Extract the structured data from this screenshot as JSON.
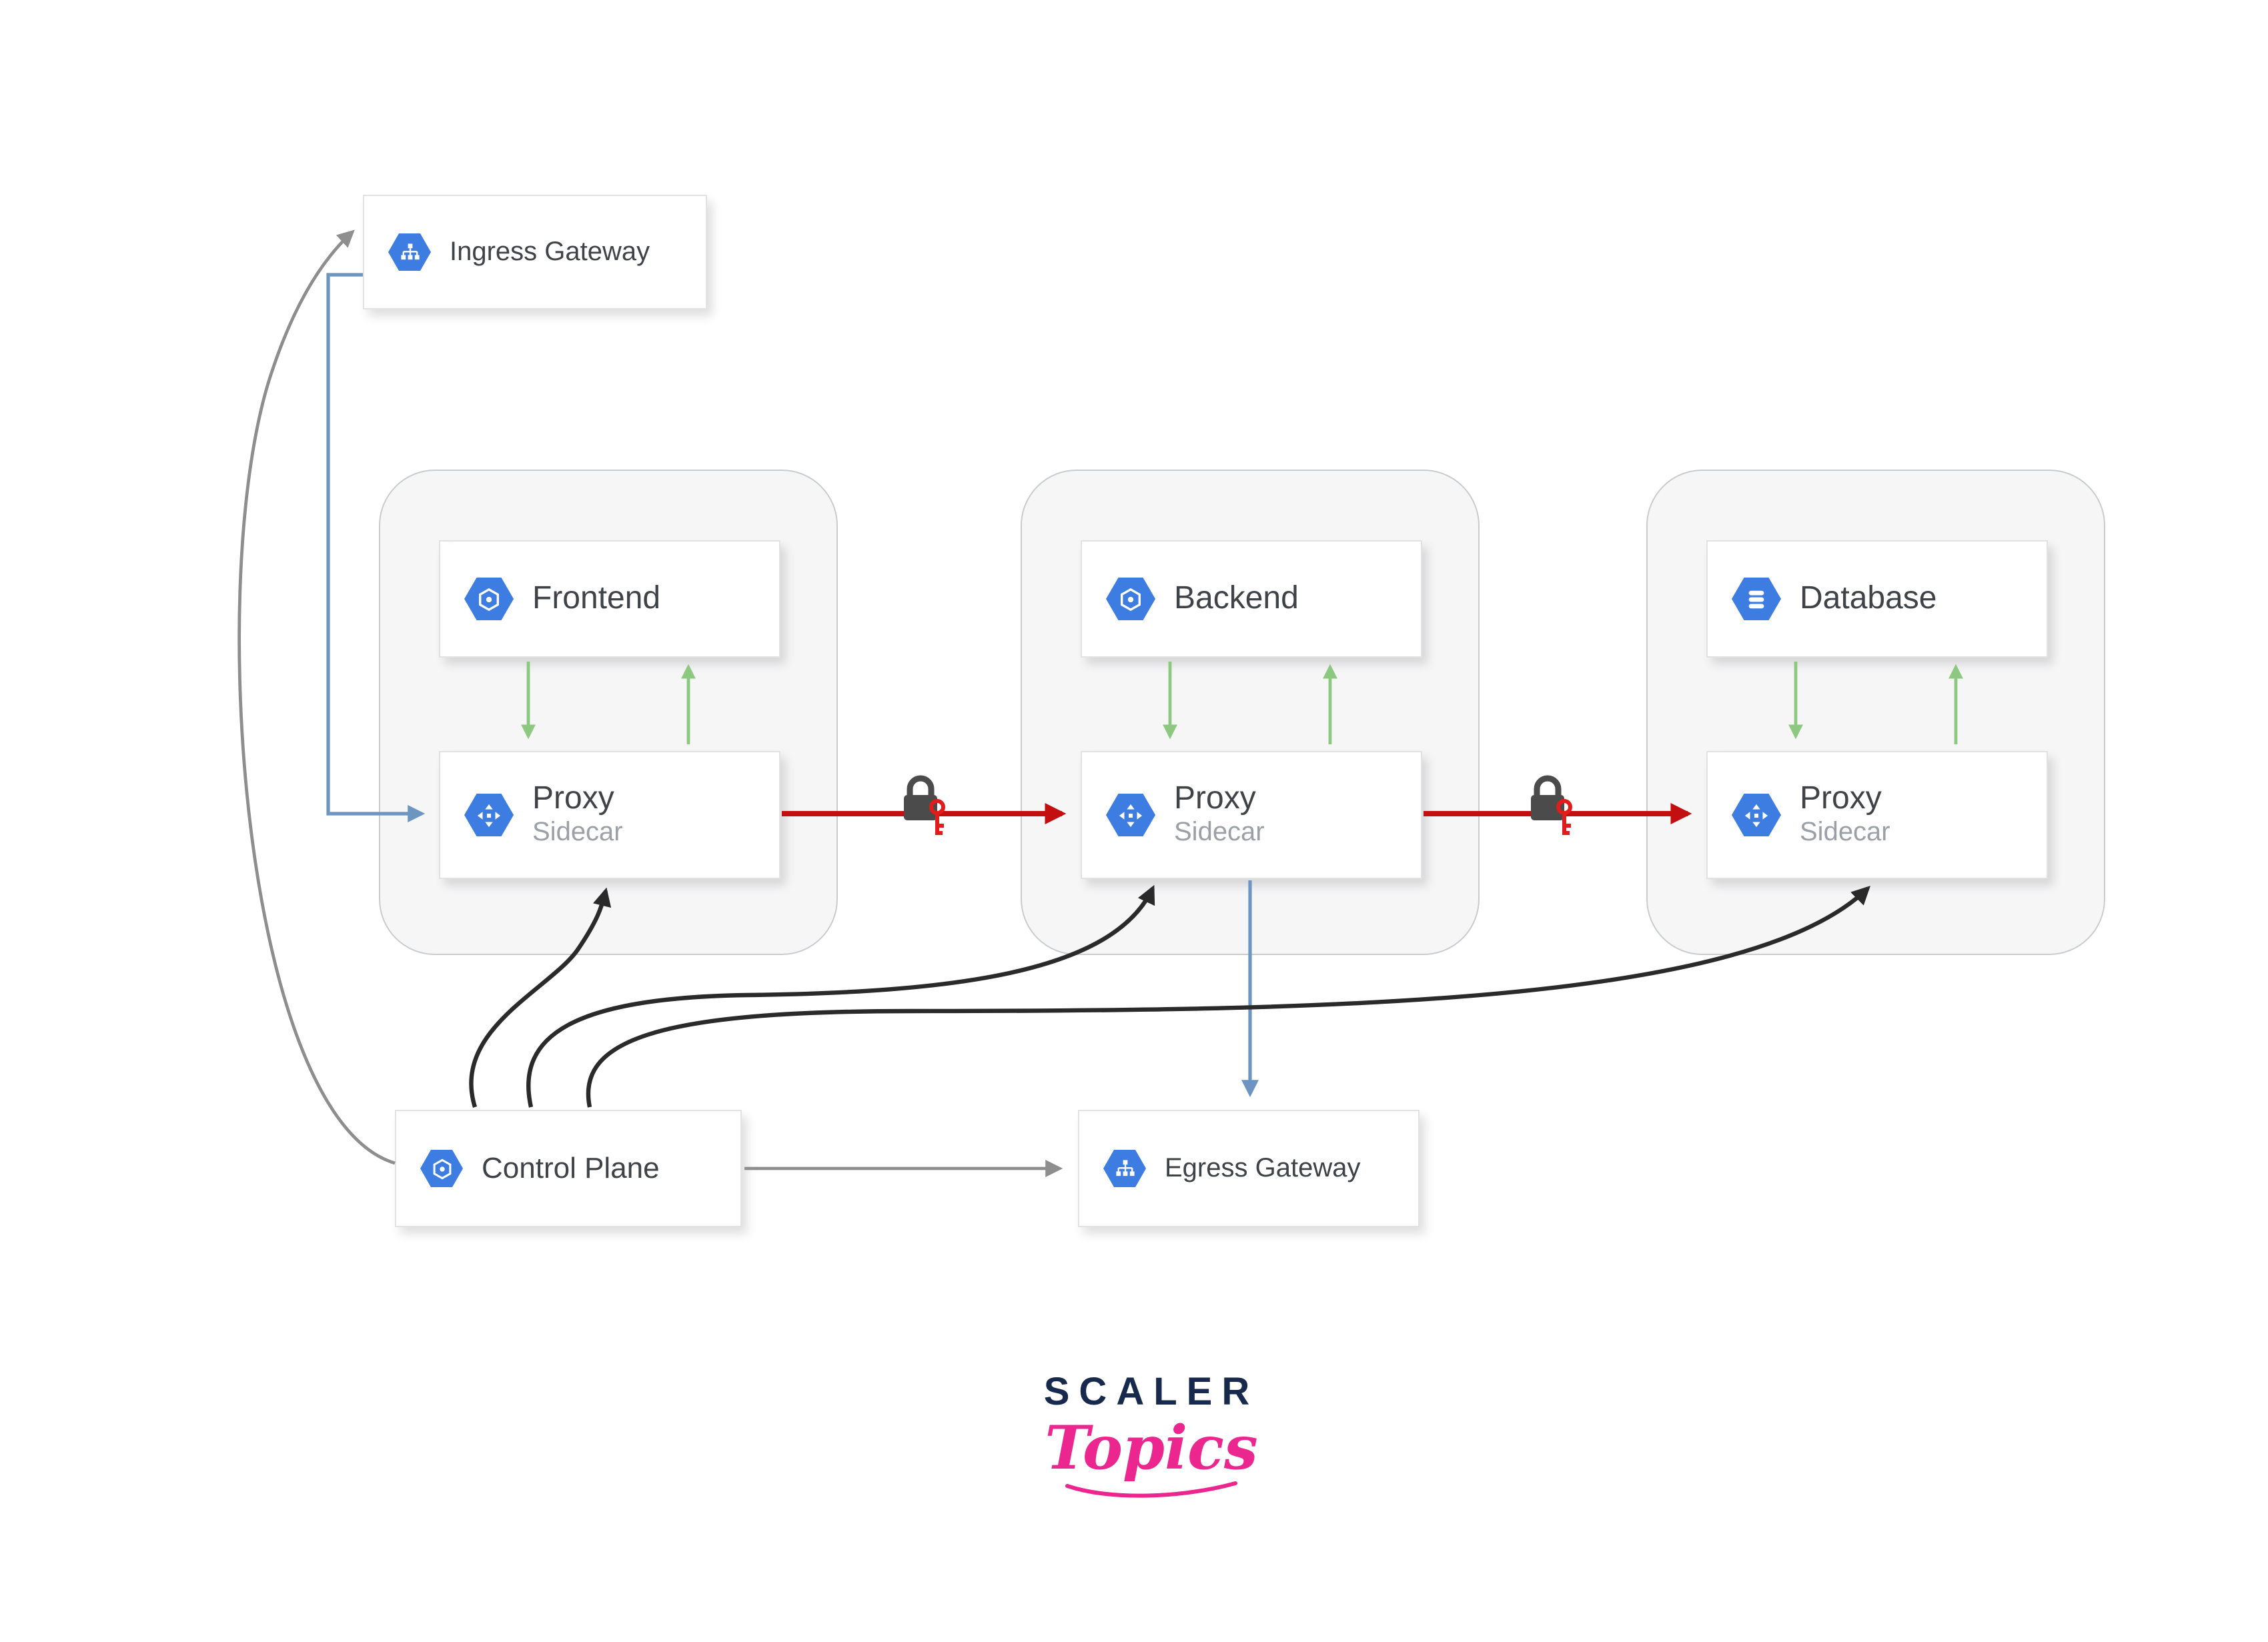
{
  "nodes": {
    "ingress_gateway": {
      "label": "Ingress Gateway"
    },
    "frontend": {
      "label": "Frontend"
    },
    "frontend_proxy": {
      "label": "Proxy",
      "sublabel": "Sidecar"
    },
    "backend": {
      "label": "Backend"
    },
    "backend_proxy": {
      "label": "Proxy",
      "sublabel": "Sidecar"
    },
    "database": {
      "label": "Database"
    },
    "database_proxy": {
      "label": "Proxy",
      "sublabel": "Sidecar"
    },
    "control_plane": {
      "label": "Control Plane"
    },
    "egress_gateway": {
      "label": "Egress Gateway"
    }
  },
  "icons": {
    "ingress_gateway": "gateway-icon",
    "egress_gateway": "gateway-icon",
    "frontend": "service-hexagon-icon",
    "backend": "service-hexagon-icon",
    "database": "database-icon",
    "proxy": "proxy-icon",
    "control_plane": "service-hexagon-icon",
    "mtls": "lock-and-key-icon"
  },
  "edges": [
    {
      "from": "ingress_gateway",
      "to": "frontend_proxy",
      "style": "elbow",
      "color": "#6c95c2"
    },
    {
      "from": "frontend",
      "to": "frontend_proxy",
      "style": "double",
      "color": "#8cc87f"
    },
    {
      "from": "backend",
      "to": "backend_proxy",
      "style": "double",
      "color": "#8cc87f"
    },
    {
      "from": "database",
      "to": "database_proxy",
      "style": "double",
      "color": "#8cc87f"
    },
    {
      "from": "frontend_proxy",
      "to": "backend_proxy",
      "style": "mtls",
      "color": "#c30f0f"
    },
    {
      "from": "backend_proxy",
      "to": "database_proxy",
      "style": "mtls",
      "color": "#c30f0f"
    },
    {
      "from": "backend_proxy",
      "to": "egress_gateway",
      "style": "straight",
      "color": "#6c95c2"
    },
    {
      "from": "control_plane",
      "to": "ingress_gateway",
      "style": "curve",
      "color": "#8e8e8e"
    },
    {
      "from": "control_plane",
      "to": "egress_gateway",
      "style": "straight",
      "color": "#8e8e8e"
    },
    {
      "from": "control_plane",
      "to": "frontend_proxy",
      "style": "curve",
      "color": "#2a2a2a"
    },
    {
      "from": "control_plane",
      "to": "backend_proxy",
      "style": "curve",
      "color": "#2a2a2a"
    },
    {
      "from": "control_plane",
      "to": "database_proxy",
      "style": "curve",
      "color": "#2a2a2a"
    }
  ],
  "colors": {
    "icon_blue": "#3d7ce0",
    "mtls_red": "#c30f0f",
    "secure_green": "#8cc87f",
    "traffic_blue": "#6c95c2",
    "control_black": "#2a2a2a",
    "mesh_gray": "#8e8e8e",
    "pod_fill": "#f6f6f7",
    "logo_navy": "#17294d",
    "logo_pink": "#ec268f"
  },
  "logo": {
    "title": "SCALER",
    "subtitle": "Topics"
  }
}
